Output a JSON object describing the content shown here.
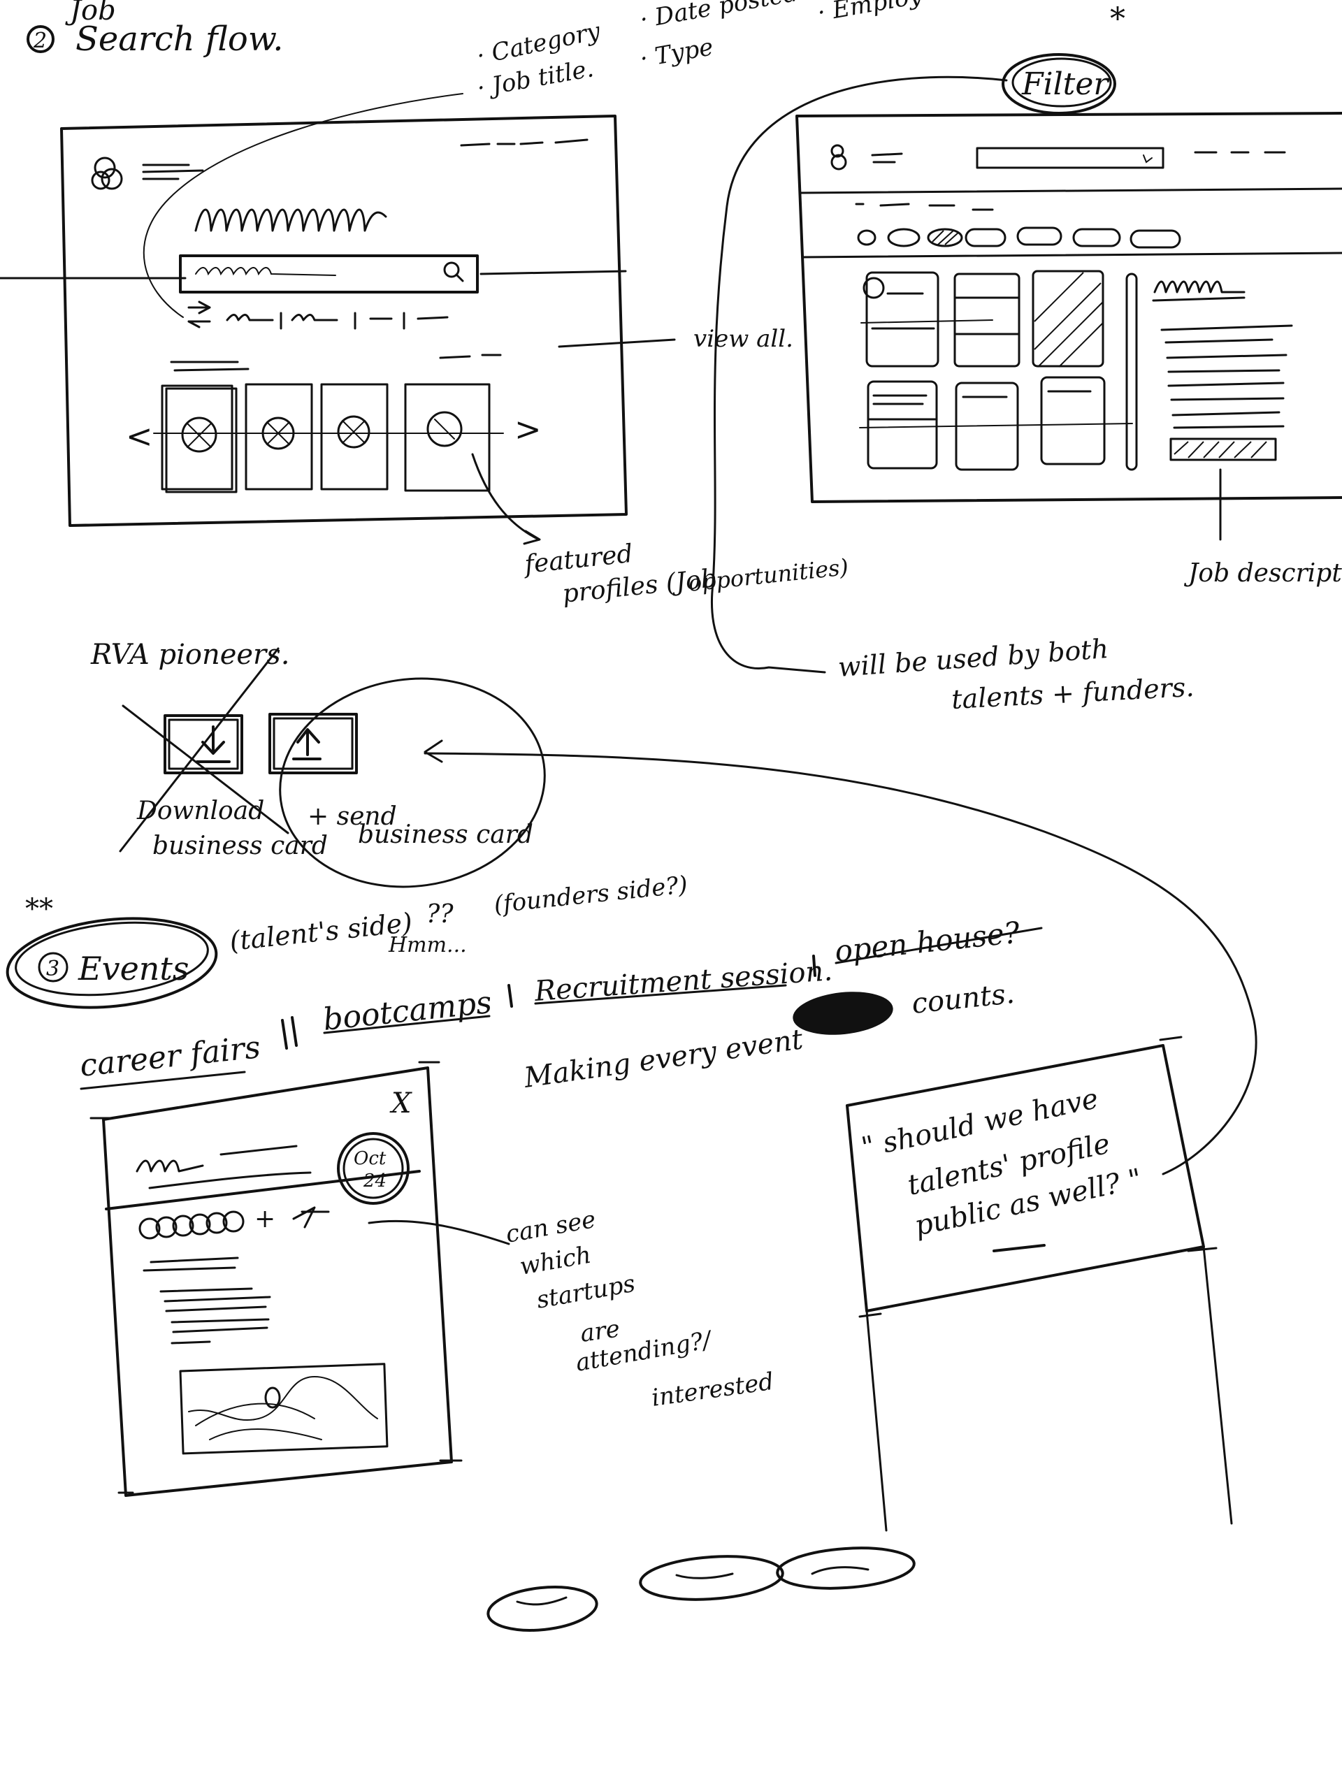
{
  "heading": {
    "job": "Job",
    "number": "2",
    "title": "Search flow."
  },
  "filter_notes": [
    "· Category",
    "· Job title.",
    "· Date posted",
    "· Type",
    "· Employ"
  ],
  "filter_label": "Filter",
  "star": "*",
  "view_all": "view all.",
  "featured": [
    "featured",
    "profiles (Job",
    "opportunities)"
  ],
  "job_description": "Job descript",
  "used_by": [
    "will be used by both",
    "talents + funders."
  ],
  "rva": "RVA pioneers.",
  "download_label": [
    "Download",
    "business card"
  ],
  "send_label": [
    "+ send",
    "business card"
  ],
  "events": {
    "stars": "**",
    "number": "3",
    "title": "Events",
    "talents_side": "(talent's side)",
    "question": "??",
    "founders_side": "(founders side?)",
    "hmm": "Hmm..."
  },
  "event_types": [
    "career fairs",
    "bootcamps",
    "Recruitment session.",
    "open house?"
  ],
  "making_every": "Making every event",
  "counts": "counts.",
  "modal": {
    "close": "X",
    "date_month": "Oct",
    "date_day": "24",
    "plus": "+"
  },
  "can_see": [
    "can see",
    "which",
    "startups",
    "are",
    "attending?/",
    "interested"
  ],
  "quote": [
    "\" should we have",
    "talents' profile",
    "public as well? \""
  ],
  "chevrons": {
    "left": "<",
    "right": ">"
  }
}
